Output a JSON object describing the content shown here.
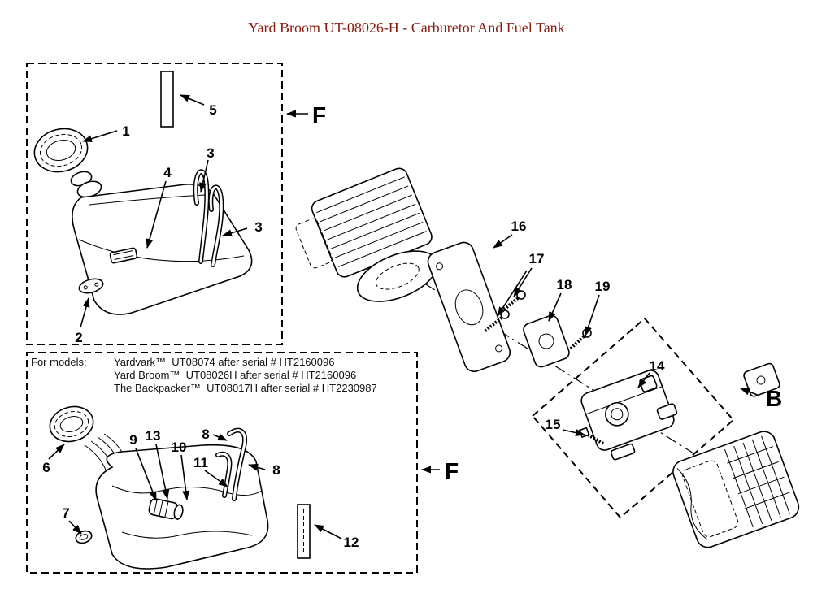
{
  "page": {
    "title": "Yard Broom UT-08026-H - Carburetor And Fuel Tank"
  },
  "colors": {
    "title_color": "#8b1a0f",
    "ink": "#000000",
    "background": "#ffffff"
  },
  "models_note": {
    "prefix": "For models:",
    "lines": [
      "Yardvark™  UT08074 after serial # HT2160096",
      "Yard Broom™  UT08026H after serial # HT2160096",
      "The Backpacker™  UT08017H after serial # HT2230987"
    ]
  },
  "section_labels": {
    "f_top": "F",
    "f_bottom": "F",
    "b": "B"
  },
  "callouts": {
    "c1": "1",
    "c2": "2",
    "c3a": "3",
    "c3b": "3",
    "c4": "4",
    "c5": "5",
    "c6": "6",
    "c7": "7",
    "c8a": "8",
    "c8b": "8",
    "c9": "9",
    "c10": "10",
    "c11": "11",
    "c12": "12",
    "c13": "13",
    "c14": "14",
    "c15": "15",
    "c16": "16",
    "c17": "17",
    "c18": "18",
    "c19": "19"
  }
}
